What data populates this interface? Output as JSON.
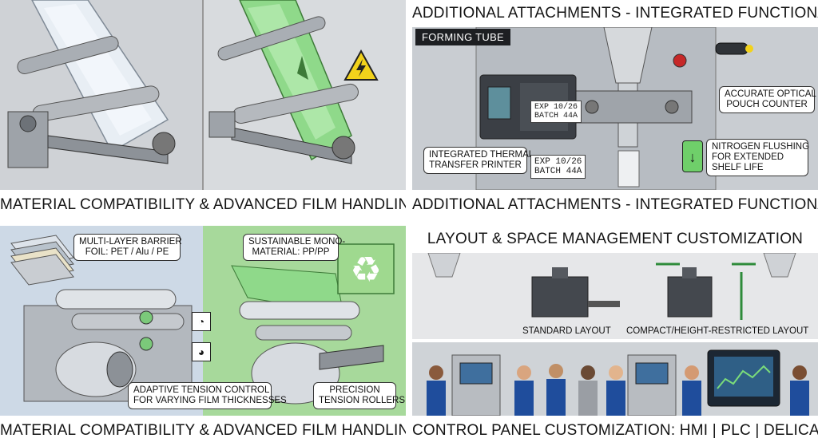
{
  "panels": {
    "top_left": {
      "caption": "MATERIAL COMPATIBILITY & ADVANCED FILM HANDLING"
    },
    "top_right": {
      "title": "ADDITIONAL ATTACHMENTS - INTEGRATED FUNCTIONALITY",
      "caption": "ADDITIONAL ATTACHMENTS - INTEGRATED FUNCTIONALITY",
      "forming_tube_tag": "FORMING TUBE",
      "optical_counter": [
        "ACCURATE OPTICAL",
        "POUCH COUNTER"
      ],
      "printer_callout": [
        "INTEGRATED THERMAL",
        "TRANSFER PRINTER"
      ],
      "print_sample": [
        "EXP 10/26",
        "BATCH 44A"
      ],
      "printer_label": [
        "EXP 10/26",
        "BATCH 44A"
      ],
      "nitrogen": [
        "NITROGEN FLUSHING",
        "FOR EXTENDED",
        "SHELF LIFE"
      ]
    },
    "bottom_left": {
      "caption": "MATERIAL COMPATIBILITY & ADVANCED FILM HANDLING.",
      "barrier_callout": [
        "MULTI-LAYER BARRIER",
        "FOIL: PET / Alu / PE"
      ],
      "mono_callout": [
        "SUSTAINABLE MONO-",
        "MATERIAL: PP/PP"
      ],
      "tension_callout": [
        "ADAPTIVE TENSION CONTROL",
        "FOR VARYING FILM THICKNESSES"
      ],
      "rollers_callout": [
        "PRECISION",
        "TENSION ROLLERS"
      ]
    },
    "bottom_right": {
      "title": "LAYOUT & SPACE MANAGEMENT CUSTOMIZATION",
      "standard_label": "STANDARD LAYOUT",
      "compact_label": "COMPACT/HEIGHT-RESTRICTED LAYOUT",
      "caption": "CONTROL PANEL CUSTOMIZATION: HMI | PLC | DELICATE CONTROL"
    }
  },
  "colors": {
    "accent_green": "#6fcf6a",
    "warning_yellow": "#f2d21b",
    "steel": "#b9bdc3",
    "workwear_blue": "#1f4d9c"
  },
  "icons": [
    "warning-electric-icon",
    "recycle-icon",
    "gauge-icon",
    "nitrogen-cylinder-icon",
    "optical-sensor-icon"
  ]
}
